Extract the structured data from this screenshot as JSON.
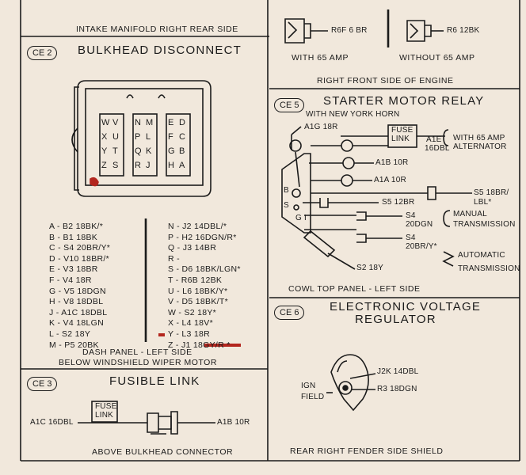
{
  "top_left_caption": "INTAKE MANIFOLD RIGHT REAR SIDE",
  "top_right": {
    "with_wire": "R6F 6 BR",
    "without_wire": "R6 12BK",
    "with_label": "WITH 65 AMP",
    "without_label": "WITHOUT 65 AMP",
    "caption": "RIGHT FRONT SIDE OF ENGINE"
  },
  "ce2": {
    "badge": "CE 2",
    "title": "BULKHEAD DISCONNECT",
    "block1": [
      "W",
      "V",
      "X",
      "U",
      "Y",
      "T",
      "Z",
      "S"
    ],
    "block2": [
      "N",
      "M",
      "P",
      "L",
      "Q",
      "K",
      "R",
      "J"
    ],
    "block3": [
      "E",
      "D",
      "F",
      "C",
      "G",
      "B",
      "H",
      "A"
    ],
    "left_list": [
      "A - B2 18BK/*",
      "B - B1 18BK",
      "C - S4 20BR/Y*",
      "D - V10 18BR/*",
      "E - V3 18BR",
      "F - V4 18R",
      "G - V5 18DGN",
      "H - V8 18DBL",
      "J - A1C 18DBL",
      "K - V4 18LGN",
      "L - S2 18Y",
      "M - P5 20BK"
    ],
    "right_list": [
      "N - J2 14DBL/*",
      "P - H2 16DGN/R*",
      "Q - J3 14BR",
      "R -",
      "S - D6 18BK/LGN*",
      "T - R6B 12BK",
      "U - L6 18BK/Y*",
      "V - D5 18BK/T*",
      "W - S2 18Y*",
      "X - L4 18V*",
      "Y - L3 18R",
      "Z - J1 18GY/R *"
    ],
    "caption1": "DASH PANEL - LEFT SIDE",
    "caption2": "BELOW WINDSHIELD WIPER MOTOR"
  },
  "ce3": {
    "badge": "CE 3",
    "title": "FUSIBLE LINK",
    "left_wire": "A1C 16DBL",
    "fuse1": "FUSE",
    "fuse2": "LINK",
    "right_wire": "A1B 10R",
    "caption": "ABOVE BULKHEAD CONNECTOR"
  },
  "ce5": {
    "badge": "CE 5",
    "title": "STARTER MOTOR RELAY",
    "new_york": "WITH NEW YORK HORN",
    "a1g": "A1G 18R",
    "fuse1": "FUSE",
    "fuse2": "LINK",
    "a1e": "A1E",
    "a1e2": "16DBL",
    "with65_1": "WITH 65 AMP",
    "with65_2": "ALTERNATOR",
    "a1b": "A1B 10R",
    "a1a": "A1A 10R",
    "term_b": "B",
    "term_s": "S",
    "term_g": "G",
    "term_i": "I",
    "s5a": "S5 12BR",
    "s5b_1": "S5 18BR/",
    "s5b_2": "LBL*",
    "s4a_1": "S4",
    "s4a_2": "20DGN",
    "s4b_1": "S4",
    "s4b_2": "20BR/Y*",
    "manual_1": "MANUAL",
    "manual_2": "TRANSMISSION",
    "auto_1": "AUTOMATIC",
    "auto_2": "TRANSMISSION",
    "s2": "S2 18Y",
    "caption": "COWL TOP PANEL - LEFT SIDE"
  },
  "ce6": {
    "badge": "CE 6",
    "title1": "ELECTRONIC VOLTAGE",
    "title2": "REGULATOR",
    "j2k": "J2K 14DBL",
    "r3": "R3 18DGN",
    "ign": "IGN",
    "field": "FIELD",
    "caption": "REAR RIGHT FENDER SIDE SHIELD"
  }
}
